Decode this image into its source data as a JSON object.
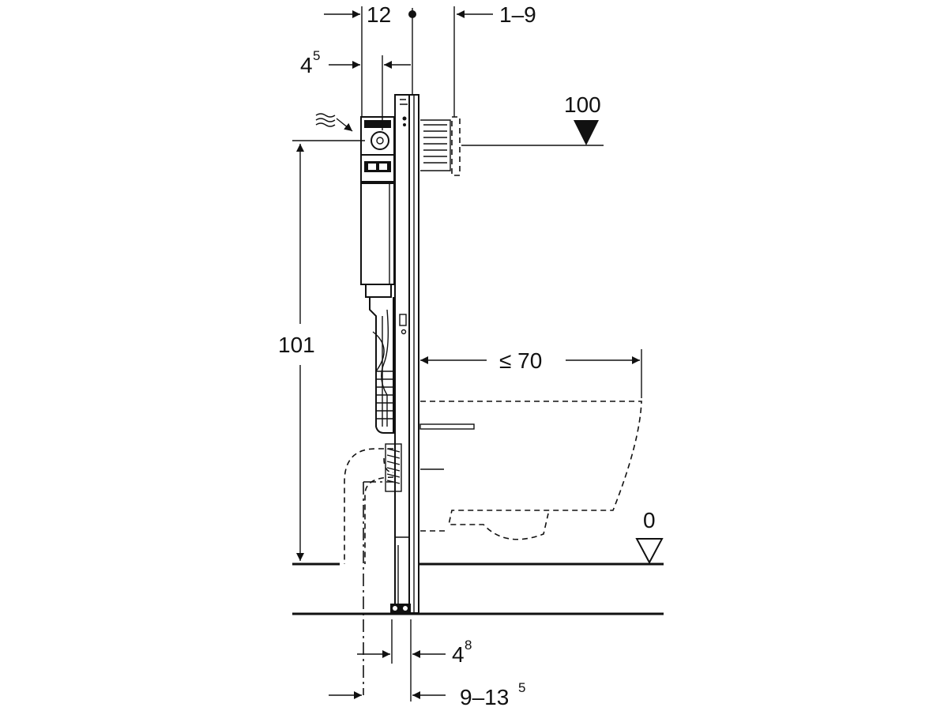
{
  "dimensions": {
    "frame_depth": "12",
    "wall_gap": "1–9",
    "cistern_offset_base": "4",
    "cistern_offset_sup": "5",
    "height_level": "100",
    "frame_height": "101",
    "projection": "≤ 70",
    "floor_level": "0",
    "bottom_offset_base": "4",
    "bottom_offset_sup": "8",
    "pipe_offset_base": "9–13",
    "pipe_offset_sup": "5"
  },
  "icons": {
    "water_supply": "water-wave-icon",
    "level_marker_top": "level-triangle-filled-icon",
    "level_marker_floor": "level-triangle-hollow-icon"
  }
}
